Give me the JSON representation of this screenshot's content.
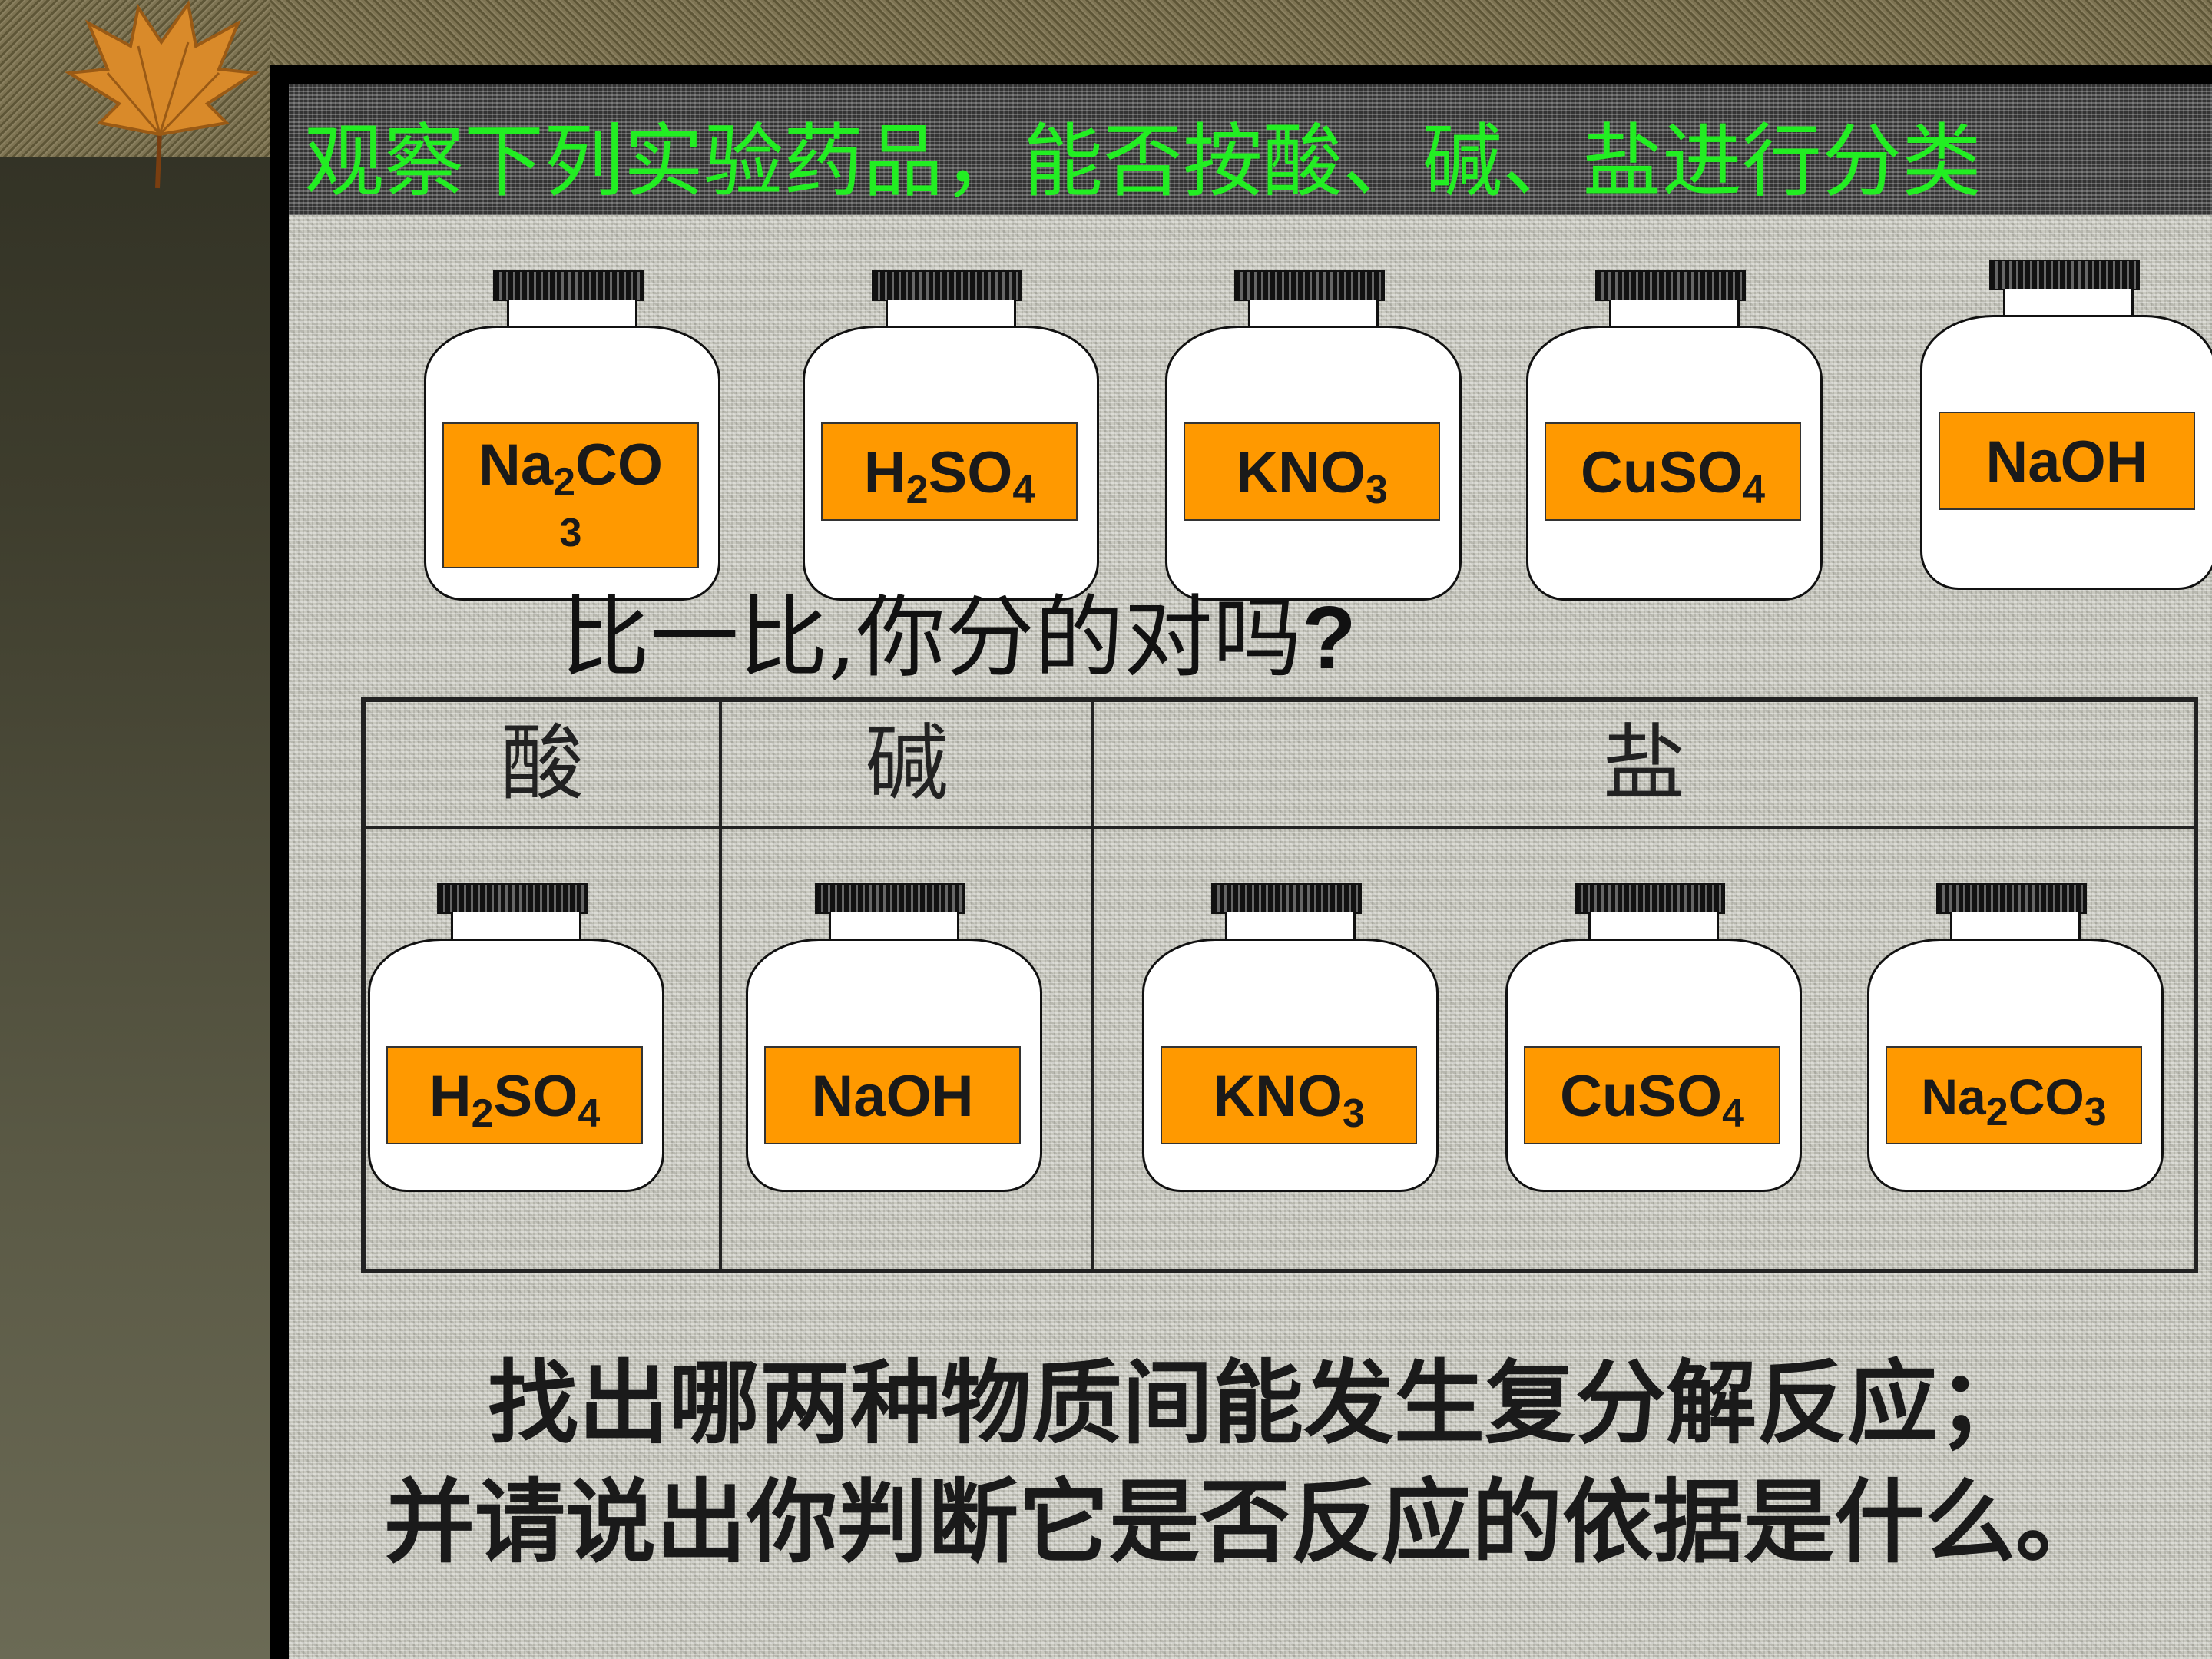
{
  "title": "观察下列实验药品，能否按酸、碱、盐进行分类",
  "top_bottles": [
    {
      "base": "Na",
      "sub1": "2",
      "mid": "CO",
      "sub2": "",
      "tail": "3"
    },
    {
      "base": "H",
      "sub1": "2",
      "mid": "SO",
      "sub2": "4",
      "tail": ""
    },
    {
      "base": "KNO",
      "sub1": "3",
      "mid": "",
      "sub2": "",
      "tail": ""
    },
    {
      "base": "CuSO",
      "sub1": "4",
      "mid": "",
      "sub2": "",
      "tail": ""
    },
    {
      "base": "NaOH",
      "sub1": "",
      "mid": "",
      "sub2": "",
      "tail": ""
    }
  ],
  "question": {
    "text": "比一比,你分的对吗",
    "mark": "?"
  },
  "table": {
    "headers": [
      "酸",
      "碱",
      "盐"
    ],
    "bottles": [
      {
        "base": "H",
        "sub1": "2",
        "mid": "SO",
        "sub2": "4"
      },
      {
        "base": "NaOH",
        "sub1": "",
        "mid": "",
        "sub2": ""
      },
      {
        "base": "KNO",
        "sub1": "3",
        "mid": "",
        "sub2": ""
      },
      {
        "base": "CuSO",
        "sub1": "4",
        "mid": "",
        "sub2": ""
      },
      {
        "base": "Na",
        "sub1": "2",
        "mid": "CO",
        "sub2": "3"
      }
    ]
  },
  "bottom": {
    "line1": "找出哪两种物质间能发生复分解反应；",
    "line2": "并请说出你判断它是否反应的依据是什么。"
  },
  "colors": {
    "title": "#22ee22",
    "label": "#ff9900"
  }
}
